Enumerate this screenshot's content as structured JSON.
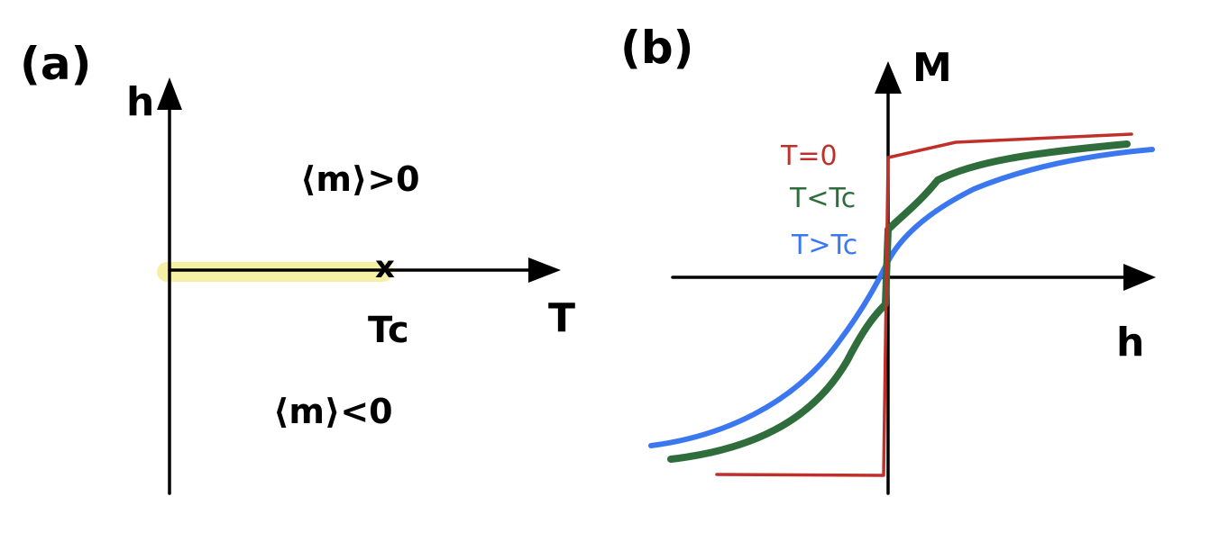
{
  "panel_a": {
    "label": "(a)",
    "y_axis_label": "h",
    "x_axis_label": "T",
    "tc_label": "Tc",
    "region_upper": "⟨m⟩>0",
    "region_lower": "⟨m⟩<0",
    "first_order_line_color": "#f5ef9c",
    "marker_symbol": "x"
  },
  "panel_b": {
    "label": "(b)",
    "y_axis_label": "M",
    "x_axis_label": "h",
    "legend": [
      {
        "label": "T=0",
        "color": "#c0302a"
      },
      {
        "label": "T<Tc",
        "color": "#2f6e3c"
      },
      {
        "label": "T>Tc",
        "color": "#3b78f0"
      }
    ]
  }
}
